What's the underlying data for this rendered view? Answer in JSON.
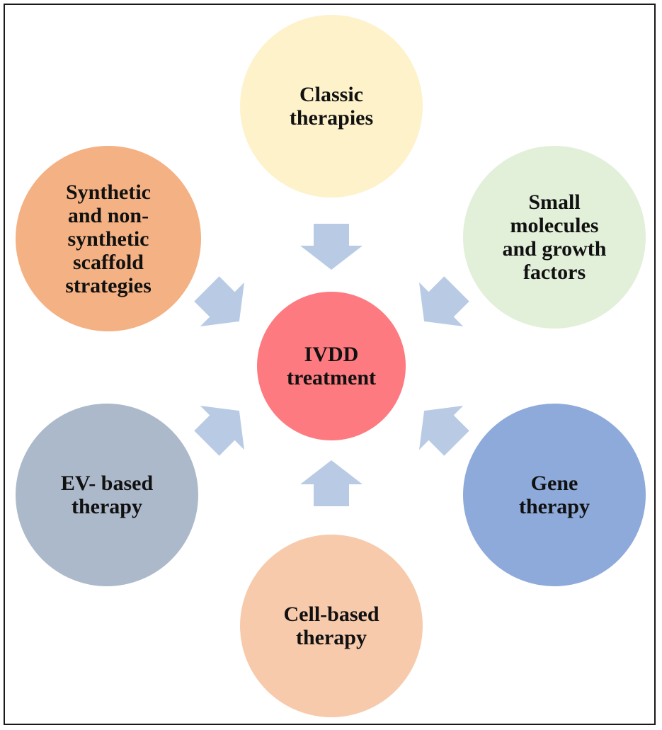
{
  "center": {
    "label": "IVDD\ntreatment",
    "color": "#fd7b80"
  },
  "nodes": [
    {
      "id": "top",
      "label": "Classic\ntherapies",
      "color": "#fef2cb"
    },
    {
      "id": "top-right",
      "label": "Small\nmolecules\nand growth\nfactors",
      "color": "#e2efd9"
    },
    {
      "id": "bottom-right",
      "label": "Gene\ntherapy",
      "color": "#8eaadb"
    },
    {
      "id": "bottom",
      "label": "Cell-based\ntherapy",
      "color": "#f7caac"
    },
    {
      "id": "bottom-left",
      "label": "EV- based\ntherapy",
      "color": "#acb9ca"
    },
    {
      "id": "top-left",
      "label": "Synthetic\nand non-\nsynthetic\nscaffold\nstrategies",
      "color": "#f4b183"
    }
  ],
  "arrow_color": "#b9cbe4"
}
